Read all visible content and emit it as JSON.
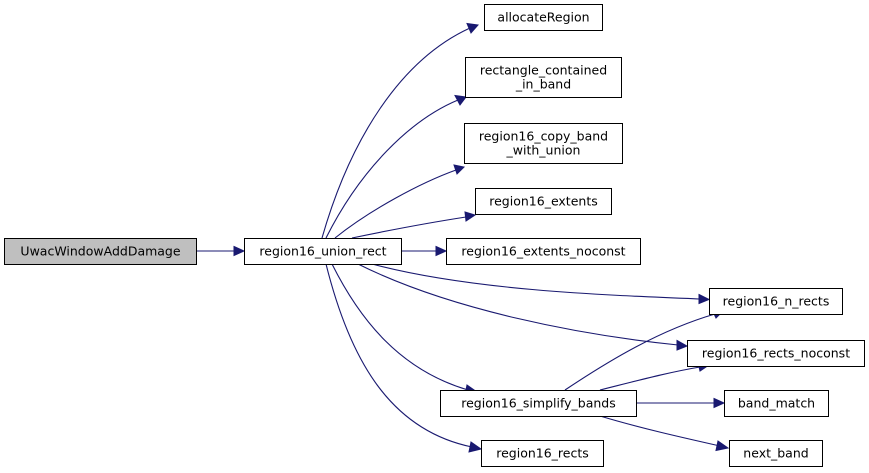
{
  "graph": {
    "nodes": {
      "uwac_window_add_damage": [
        "UwacWindowAddDamage"
      ],
      "region16_union_rect": [
        "region16_union_rect"
      ],
      "allocate_region": [
        "allocateRegion"
      ],
      "rectangle_contained_in_band": [
        "rectangle_contained",
        "_in_band"
      ],
      "region16_copy_band_with_union": [
        "region16_copy_band",
        "_with_union"
      ],
      "region16_extents": [
        "region16_extents"
      ],
      "region16_extents_noconst": [
        "region16_extents_noconst"
      ],
      "region16_n_rects": [
        "region16_n_rects"
      ],
      "region16_rects_noconst": [
        "region16_rects_noconst"
      ],
      "region16_simplify_bands": [
        "region16_simplify_bands"
      ],
      "band_match": [
        "band_match"
      ],
      "next_band": [
        "next_band"
      ],
      "region16_rects": [
        "region16_rects"
      ]
    },
    "edges": [
      [
        "uwac_window_add_damage",
        "region16_union_rect"
      ],
      [
        "region16_union_rect",
        "allocate_region"
      ],
      [
        "region16_union_rect",
        "rectangle_contained_in_band"
      ],
      [
        "region16_union_rect",
        "region16_copy_band_with_union"
      ],
      [
        "region16_union_rect",
        "region16_extents"
      ],
      [
        "region16_union_rect",
        "region16_extents_noconst"
      ],
      [
        "region16_union_rect",
        "region16_n_rects"
      ],
      [
        "region16_union_rect",
        "region16_rects_noconst"
      ],
      [
        "region16_union_rect",
        "region16_simplify_bands"
      ],
      [
        "region16_union_rect",
        "region16_rects"
      ],
      [
        "region16_simplify_bands",
        "region16_n_rects"
      ],
      [
        "region16_simplify_bands",
        "region16_rects_noconst"
      ],
      [
        "region16_simplify_bands",
        "band_match"
      ],
      [
        "region16_simplify_bands",
        "next_band"
      ]
    ],
    "colors": {
      "edge": "#191970",
      "root_fill": "#bfbfbf",
      "node_fill": "#ffffff",
      "border": "#000000"
    }
  }
}
